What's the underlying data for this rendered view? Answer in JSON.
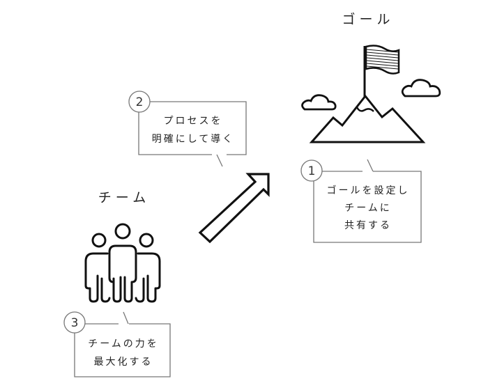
{
  "goal_label": "ゴール",
  "team_label": "チーム",
  "steps": [
    {
      "number": "1",
      "lines": [
        "ゴールを設定し",
        "チームに",
        "共有する"
      ]
    },
    {
      "number": "2",
      "lines": [
        "プロセスを",
        "明確にして導く"
      ]
    },
    {
      "number": "3",
      "lines": [
        "チームの力を",
        "最大化する"
      ]
    }
  ],
  "colors": {
    "line": "#111111",
    "box_border": "#777777"
  }
}
